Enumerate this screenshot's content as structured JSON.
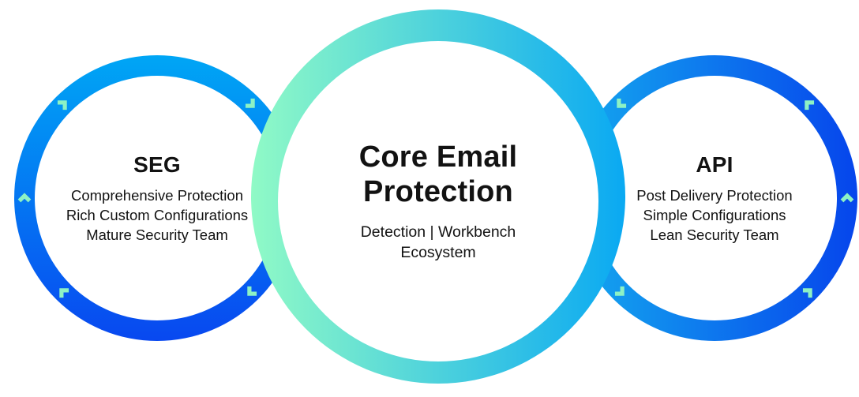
{
  "diagram": {
    "left_circle": {
      "heading": "SEG",
      "lines": [
        "Comprehensive Protection",
        "Rich Custom Configurations",
        "Mature Security Team"
      ],
      "ring_rotation": "clockwise"
    },
    "center_circle": {
      "heading_lines": [
        "Core Email",
        "Protection"
      ],
      "subtitle_lines": [
        "Detection | Workbench",
        "Ecosystem"
      ]
    },
    "right_circle": {
      "heading": "API",
      "lines": [
        "Post Delivery Protection",
        "Simple Configurations",
        "Lean Security Team"
      ],
      "ring_rotation": "counterclockwise"
    }
  },
  "colors": {
    "background": "#FFFFFF",
    "text": "#121212",
    "left_ring_gradient_top": "#00A6F5",
    "left_ring_gradient_bottom": "#0848F0",
    "right_ring_gradient_left": "#14A8EF",
    "right_ring_gradient_right": "#0645EC",
    "center_ring_gradient_left": "#90FAC6",
    "center_ring_gradient_right": "#0AA9F2",
    "chevron": "#8DF2C4"
  }
}
